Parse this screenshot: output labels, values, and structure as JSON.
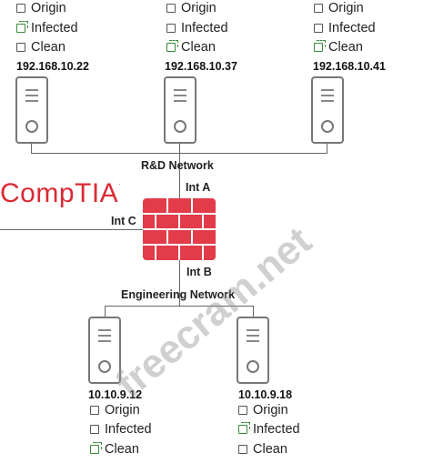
{
  "hosts_top": [
    {
      "ip": "192.168.10.22",
      "options": [
        {
          "label": "Origin",
          "checked": false
        },
        {
          "label": "Infected",
          "checked": true
        },
        {
          "label": "Clean",
          "checked": false
        }
      ]
    },
    {
      "ip": "192.168.10.37",
      "options": [
        {
          "label": "Origin",
          "checked": false
        },
        {
          "label": "Infected",
          "checked": false
        },
        {
          "label": "Clean",
          "checked": true
        }
      ]
    },
    {
      "ip": "192.168.10.41",
      "options": [
        {
          "label": "Origin",
          "checked": false
        },
        {
          "label": "Infected",
          "checked": false
        },
        {
          "label": "Clean",
          "checked": true
        }
      ]
    }
  ],
  "hosts_bottom": [
    {
      "ip": "10.10.9.12",
      "options": [
        {
          "label": "Origin",
          "checked": false
        },
        {
          "label": "Infected",
          "checked": false
        },
        {
          "label": "Clean",
          "checked": true
        }
      ]
    },
    {
      "ip": "10.10.9.18",
      "options": [
        {
          "label": "Origin",
          "checked": false
        },
        {
          "label": "Infected",
          "checked": true
        },
        {
          "label": "Clean",
          "checked": false
        }
      ]
    }
  ],
  "networks": {
    "rd": "R&D Network",
    "eng": "Engineering Network"
  },
  "interfaces": {
    "a": "Int A",
    "b": "Int B",
    "c": "Int C"
  },
  "logo": {
    "text": "CompTIA",
    "mark": "."
  },
  "watermark": "freecram.net",
  "colors": {
    "firewall": "#e23b49",
    "logo": "#d92a35",
    "checked": "#3a8a3a"
  }
}
